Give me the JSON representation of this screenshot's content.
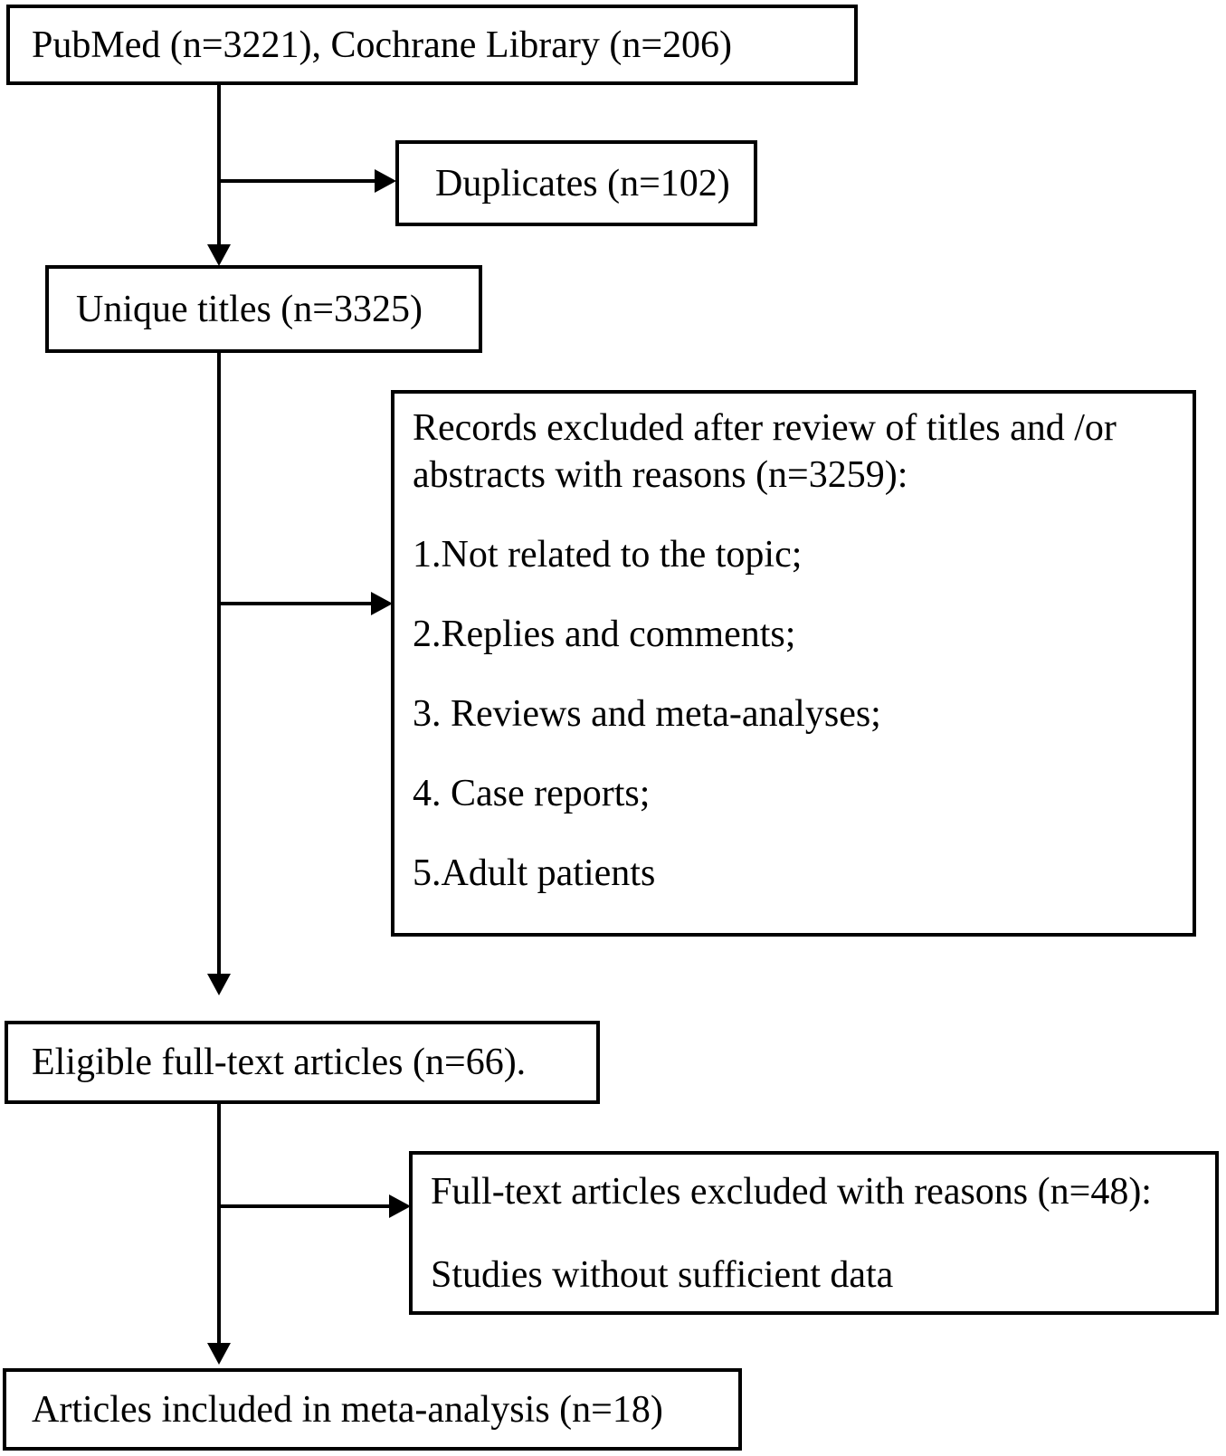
{
  "diagram": {
    "type": "study-selection-flowchart",
    "colors": {
      "line": "#000000",
      "text": "#000000",
      "background": "#ffffff"
    },
    "boxes": {
      "sources": {
        "text": "PubMed (n=3221), Cochrane Library (n=206)"
      },
      "duplicates": {
        "text": "Duplicates (n=102)"
      },
      "unique_titles": {
        "text": "Unique titles (n=3325)"
      },
      "records_excluded": {
        "heading": "Records excluded after review of titles and /or abstracts with reasons (n=3259):",
        "reasons": [
          "1.Not related to the topic;",
          "2.Replies and comments;",
          "3. Reviews and meta-analyses;",
          "4. Case reports;",
          "5.Adult patients"
        ]
      },
      "eligible": {
        "text": "Eligible full-text articles (n=66)."
      },
      "fulltext_excluded": {
        "heading": "Full-text articles excluded with reasons (n=48):",
        "reason": "Studies without sufficient data"
      },
      "included": {
        "text": "Articles included in meta-analysis (n=18)"
      }
    }
  }
}
